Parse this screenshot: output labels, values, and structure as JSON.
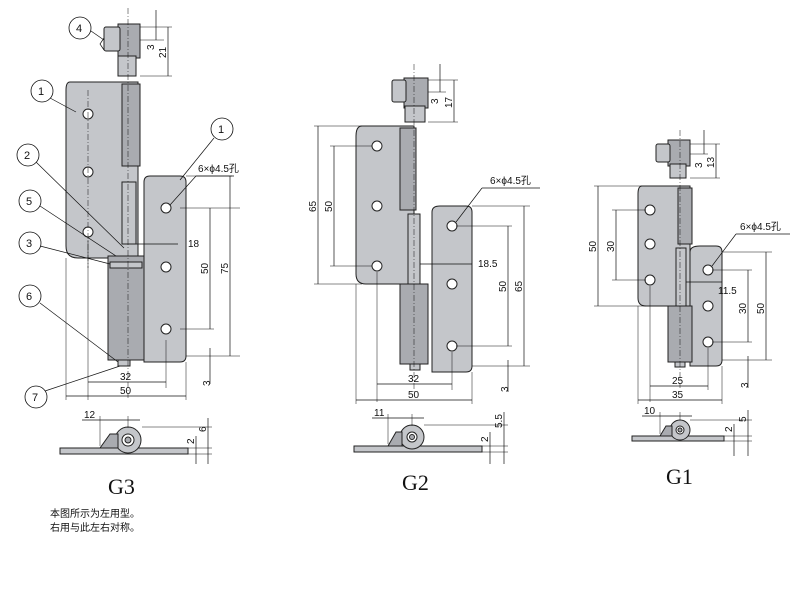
{
  "hole_label": "6×ϕ4.5孔",
  "g3": {
    "label": "G3",
    "callouts": [
      "4",
      "1",
      "1",
      "2",
      "5",
      "3",
      "6",
      "7"
    ],
    "dims": {
      "pin_top": "3",
      "pin_total": "21",
      "plate_width": "50",
      "leaf_width": "32",
      "offset": "18",
      "hole_spacing": "50",
      "height": "75",
      "bottom": "3",
      "side_width": "12",
      "side_thick": "2",
      "side_height": "6"
    }
  },
  "g2": {
    "label": "G2",
    "dims": {
      "pin_top": "3",
      "pin_total": "17",
      "left_height": "65",
      "left_spacing": "50",
      "offset": "18.5",
      "right_spacing": "50",
      "right_height": "65",
      "bottom": "3",
      "leaf_width": "32",
      "plate_width": "50",
      "side_width": "11",
      "side_thick": "2",
      "side_height": "5.5"
    }
  },
  "g1": {
    "label": "G1",
    "dims": {
      "pin_top": "3",
      "pin_total": "13",
      "left_height": "50",
      "left_spacing": "30",
      "offset": "11.5",
      "right_spacing": "30",
      "right_height": "50",
      "bottom": "3",
      "leaf_width": "25",
      "plate_width": "35",
      "side_width": "10",
      "side_thick": "2",
      "side_height": "5"
    }
  },
  "note": {
    "line1": "本图所示为左用型。",
    "line2": "右用与此左右对称。"
  }
}
